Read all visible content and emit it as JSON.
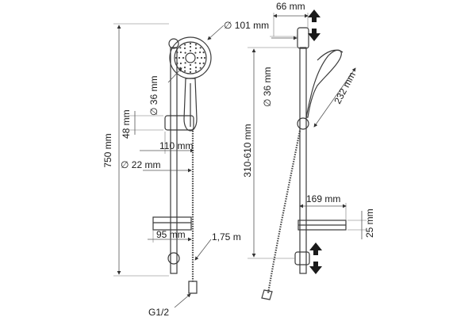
{
  "labels": {
    "height_total": "750 mm",
    "head_diameter": "∅ 101 mm",
    "rod_diameter_left": "∅ 36 mm",
    "holder_height": "48 mm",
    "holder_depth": "110 mm",
    "bar_diameter": "∅ 22 mm",
    "soap_dish_depth": "95 mm",
    "hose_length": "1,75 m",
    "thread": "G1/2",
    "top_offset": "66 mm",
    "rod_diameter_right": "∅ 36 mm",
    "handshower_length": "232 mm",
    "adjust_range": "310-610 mm",
    "dish_length": "169 mm",
    "dish_height": "25 mm"
  }
}
